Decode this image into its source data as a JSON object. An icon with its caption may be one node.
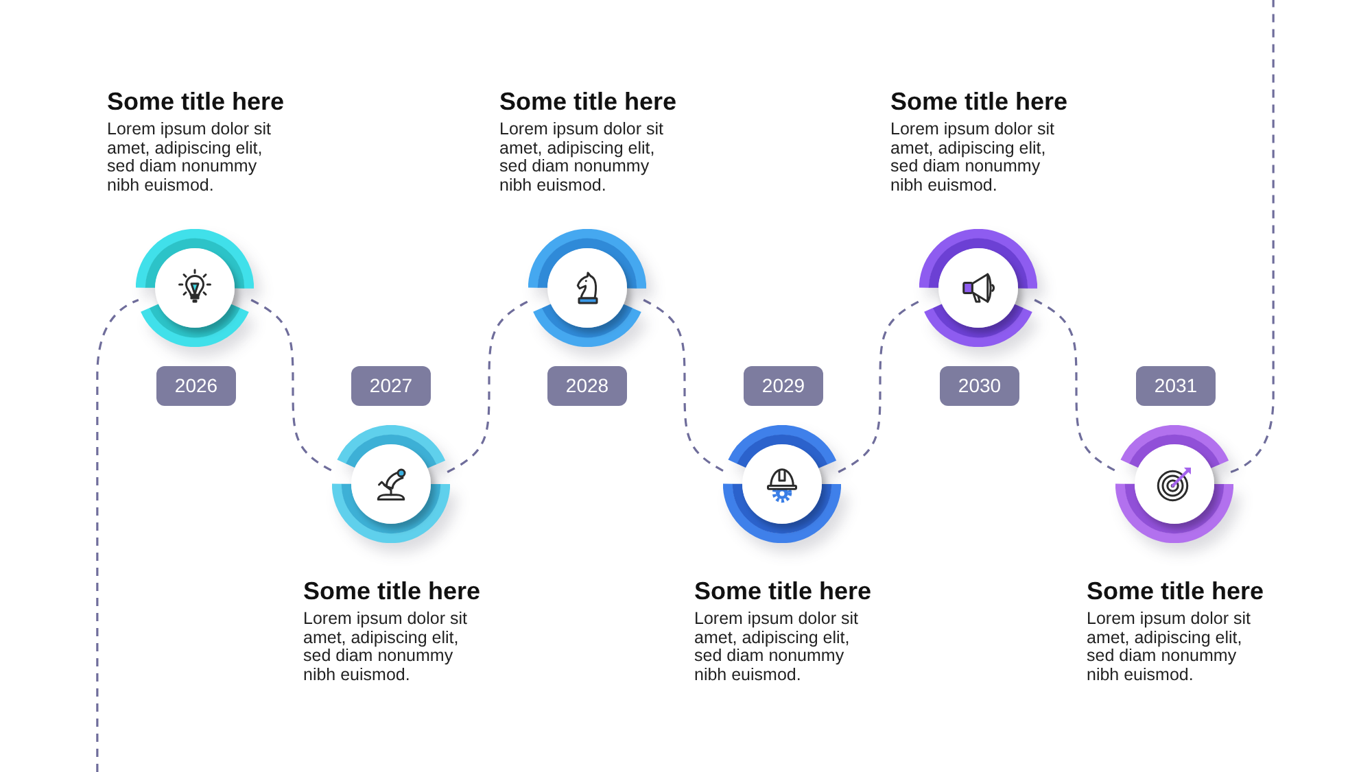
{
  "diagram": {
    "nodes": [
      {
        "text": [],
        "shape": "circle",
        "beside": [
          "Some title here",
          "Lorem ipsum dolor sit amet, adipiscing elit, sed diam nonummy nibh euismod."
        ]
      },
      {
        "text": [
          "2026"
        ]
      },
      {
        "text": [],
        "shape": "circle",
        "beside": [
          "Some title here",
          "Lorem ipsum dolor sit amet, adipiscing elit, sed diam nonummy nibh euismod."
        ]
      },
      {
        "text": [
          "2027"
        ]
      },
      {
        "text": [],
        "shape": "circle",
        "beside": [
          "Some title here",
          "Lorem ipsum dolor sit amet, adipiscing elit, sed diam nonummy nibh euismod."
        ]
      },
      {
        "text": [
          "2028"
        ]
      },
      {
        "text": [],
        "shape": "circle",
        "beside": [
          "Some title here",
          "Lorem ipsum dolor sit amet, adipiscing elit, sed diam nonummy nibh euismod."
        ]
      },
      {
        "text": [
          "2029"
        ]
      },
      {
        "text": [],
        "shape": "circle",
        "beside": [
          "Some title here",
          "Lorem ipsum dolor sit amet, adipiscing elit, sed diam nonummy nibh euismod."
        ]
      },
      {
        "text": [
          "2030"
        ]
      },
      {
        "text": [],
        "shape": "circle",
        "beside": [
          "Some title here",
          "Lorem ipsum dolor sit amet, adipiscing elit, sed diam nonummy nibh euismod."
        ]
      },
      {
        "text": [
          "2031"
        ]
      }
    ],
    "edges": [
      {
        "from": null,
        "to": 0,
        "arrow": "none",
        "style": "dashed"
      },
      {
        "from": 0,
        "to": 2,
        "arrow": "none",
        "style": "dashed"
      },
      {
        "from": 2,
        "to": 4,
        "arrow": "none",
        "style": "dashed"
      },
      {
        "from": 4,
        "to": 6,
        "arrow": "none",
        "style": "dashed"
      },
      {
        "from": 6,
        "to": 8,
        "arrow": "none",
        "style": "dashed"
      },
      {
        "from": 8,
        "to": 10,
        "arrow": "none",
        "style": "dashed"
      },
      {
        "from": 10,
        "to": null,
        "arrow": "none",
        "style": "dashed"
      }
    ]
  }
}
